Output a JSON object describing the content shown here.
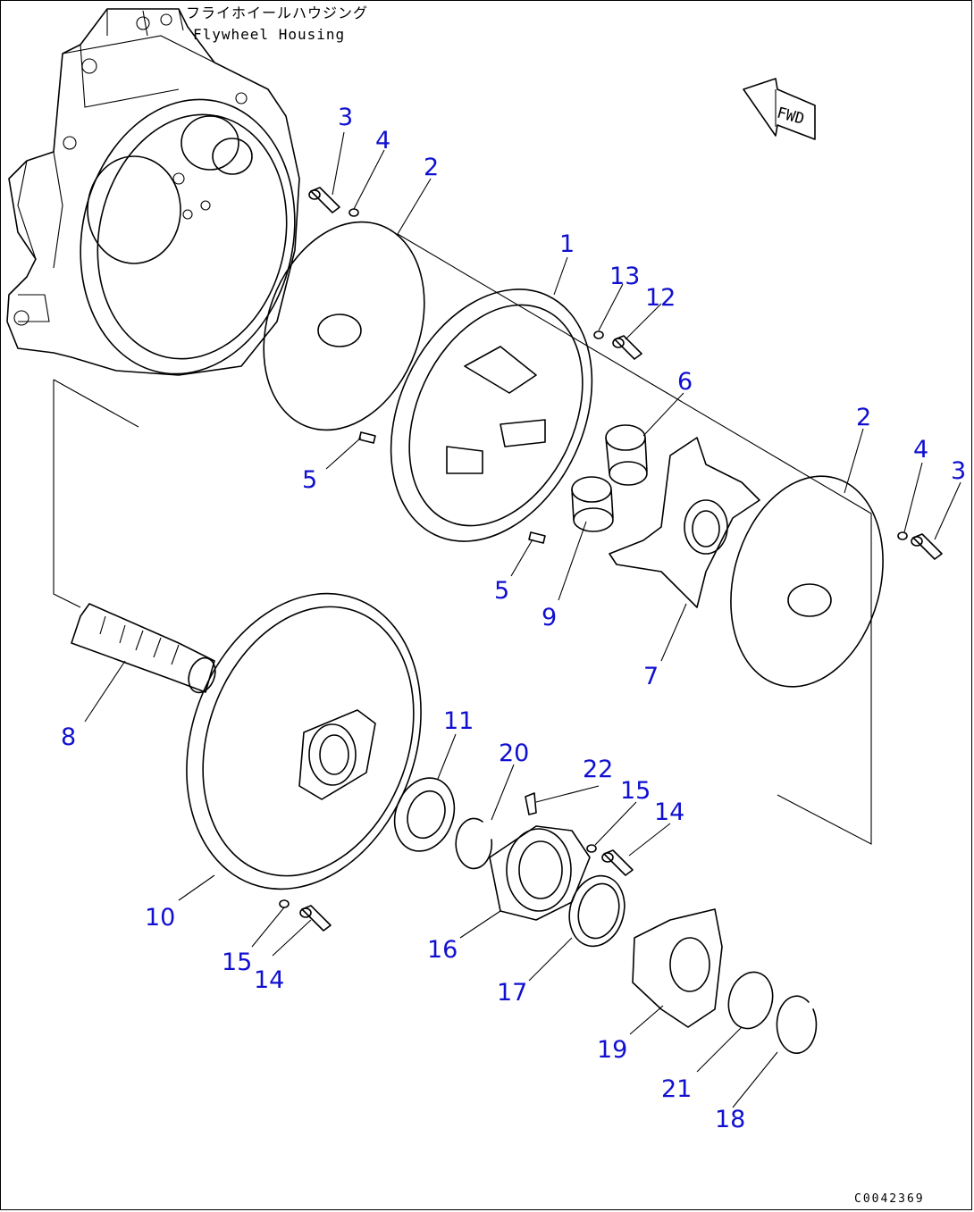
{
  "title": {
    "japanese": "フライホイールハウジング",
    "english": "Flywheel Housing"
  },
  "direction_label": "FWD",
  "drawing_code": "C0042369",
  "callouts": [
    "1",
    "2",
    "2",
    "3",
    "3",
    "4",
    "4",
    "5",
    "5",
    "6",
    "7",
    "8",
    "9",
    "10",
    "11",
    "12",
    "13",
    "14",
    "14",
    "15",
    "15",
    "16",
    "17",
    "18",
    "19",
    "20",
    "21",
    "22"
  ]
}
